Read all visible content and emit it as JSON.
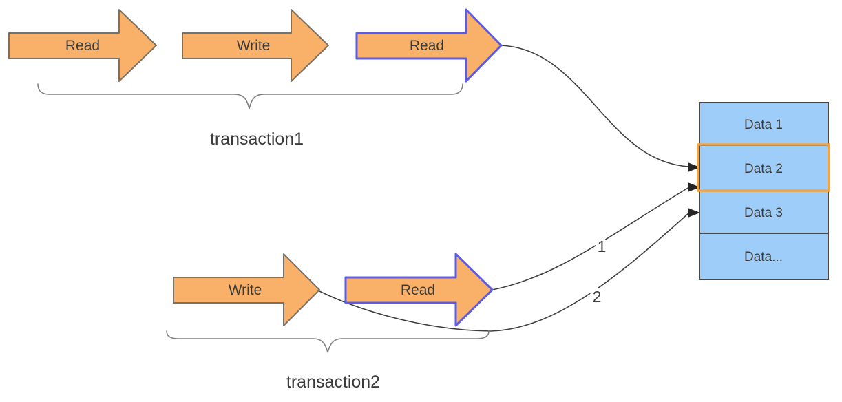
{
  "colors": {
    "arrow_fill": "#F9B169",
    "arrow_stroke": "#7A7264",
    "arrow_highlight_stroke": "#5B5BE6",
    "data_block_fill": "#9DCDF8",
    "data_block_stroke": "#4A4A4A",
    "data_highlight_stroke": "#F5A33C",
    "connector_stroke": "#3F3F3F",
    "brace_stroke": "#808080",
    "text": "#3B3B3B",
    "background": "#FFFFFF"
  },
  "transaction1": {
    "label": "transaction1",
    "arrows": [
      {
        "label": "Read",
        "highlighted": false
      },
      {
        "label": "Write",
        "highlighted": false
      },
      {
        "label": "Read",
        "highlighted": true
      }
    ]
  },
  "transaction2": {
    "label": "transaction2",
    "arrows": [
      {
        "label": "Write",
        "highlighted": false
      },
      {
        "label": "Read",
        "highlighted": true
      }
    ]
  },
  "data_store": {
    "rows": [
      {
        "label": "Data 1",
        "highlighted": false
      },
      {
        "label": "Data 2",
        "highlighted": true
      },
      {
        "label": "Data 3",
        "highlighted": false
      },
      {
        "label": "Data...",
        "highlighted": false
      }
    ]
  },
  "connectors": [
    {
      "label": "",
      "from": "transaction1-read-2",
      "to": "data-2"
    },
    {
      "label": "1",
      "from": "transaction2-read",
      "to": "data-2-bottom"
    },
    {
      "label": "2",
      "from": "transaction2-write",
      "to": "data-3"
    }
  ]
}
